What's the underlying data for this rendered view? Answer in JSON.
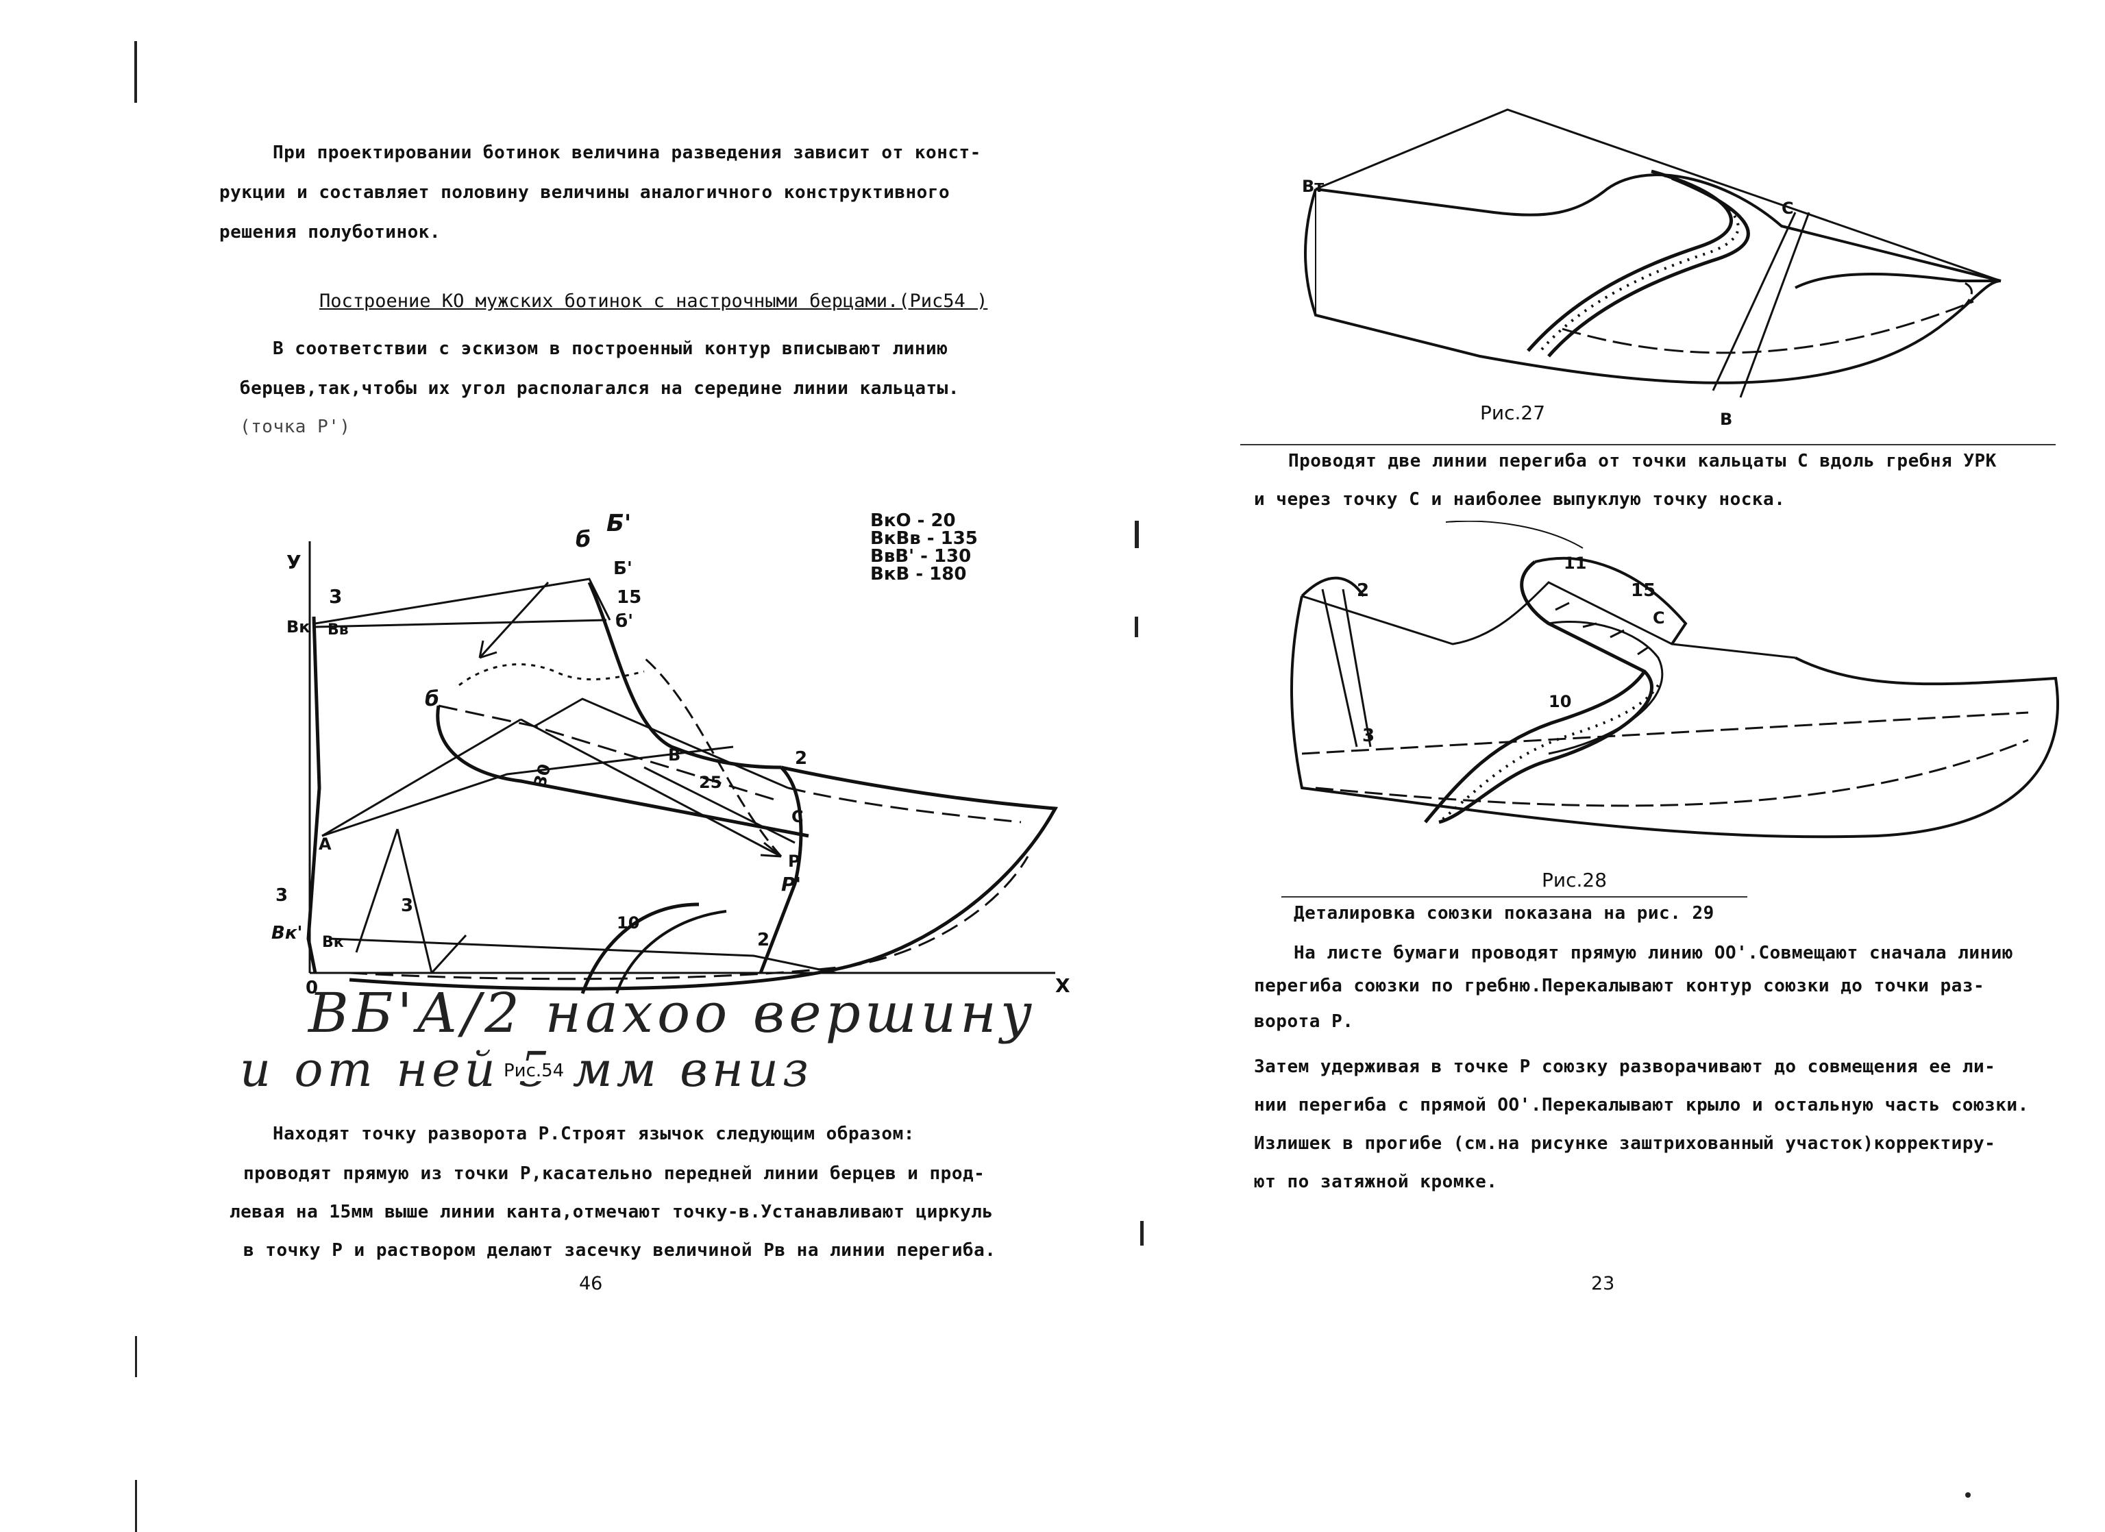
{
  "left_page": {
    "intro_lines": [
      "При проектировании ботинок величина разведения зависит от конст-",
      "рукции и составляет половину величины аналогичного конструктивного",
      "решения полуботинок."
    ],
    "heading": "Построение КО мужских ботинок с настрочными берцами.(Рис54   )",
    "para1_lines": [
      "В соответствии с эскизом в построенный контур вписывают линию",
      "берцев,так,чтобы их угол располагался на середине линии кальцаты.",
      "(точка Р')"
    ],
    "figure": {
      "caption": "Рис.54",
      "legend": [
        "ВкО - 20",
        "ВкВв - 135",
        "ВвВ' - 130",
        "ВкВ - 180"
      ],
      "labels": {
        "y": "У",
        "x": "X",
        "origin": "0",
        "vk_top": "Вк",
        "vv": "Вв",
        "b_top": "б",
        "b_prime": "Б'",
        "b_prime2": "Б'",
        "b_top2": "б'",
        "b_mid": "б",
        "b_label": "В",
        "a": "A",
        "c": "С",
        "p": "Р",
        "p_prime": "Р'",
        "bk": "Вк",
        "bk_prime": "Вк'",
        "n3a": "3",
        "n3b": "3",
        "n3c": "3",
        "n15": "15",
        "n2a": "2",
        "n2b": "2",
        "n25": "25",
        "n30": "30",
        "n10": "10"
      }
    },
    "handwriting": [
      "ВБ'А/2  нахоо  вершину",
      "и от  ней  5     мм  вниз"
    ],
    "para2_lines": [
      "Находят точку разворота Р.Строят язычок следующим образом:",
      "проводят прямую из точки Р,касательно передней линии берцев и прод-",
      "левая на 15мм выше линии канта,отмечают точку-в.Устанавливают циркуль",
      "в точку Р и раствором делают засечку величиной Рв на линии перегиба."
    ],
    "page_number": "46"
  },
  "right_page": {
    "fig27": {
      "caption": "Рис.27",
      "labels": {
        "vt": "Вт",
        "c": "С",
        "b": "В"
      }
    },
    "text1_lines": [
      "Проводят две линии перегиба от точки кальцаты С вдоль гребня УРК",
      "и через точку С и наиболее выпуклую точку носка."
    ],
    "fig28": {
      "caption": "Рис.28",
      "labels": {
        "n2": "2",
        "n11": "11",
        "n15": "15",
        "c": "С",
        "n10": "10",
        "n3": "3"
      }
    },
    "detail_heading": "Деталировка союзки показана на рис.  29",
    "text2_lines": [
      "На листе бумаги проводят прямую линию OO'.Совмещают сначала линию",
      "перегиба союзки по гребню.Перекалывают контур союзки до точки раз-",
      "ворота Р.",
      "Затем удерживая в точке Р союзку разворачивают до совмещения ее ли-",
      "нии перегиба с прямой OO'.Перекалывают крыло и остальную часть союзки.",
      "Излишек в прогибе (см.на рисунке заштрихованный участок)корректиру-",
      "ют по затяжной кромке."
    ],
    "page_number": "23"
  }
}
